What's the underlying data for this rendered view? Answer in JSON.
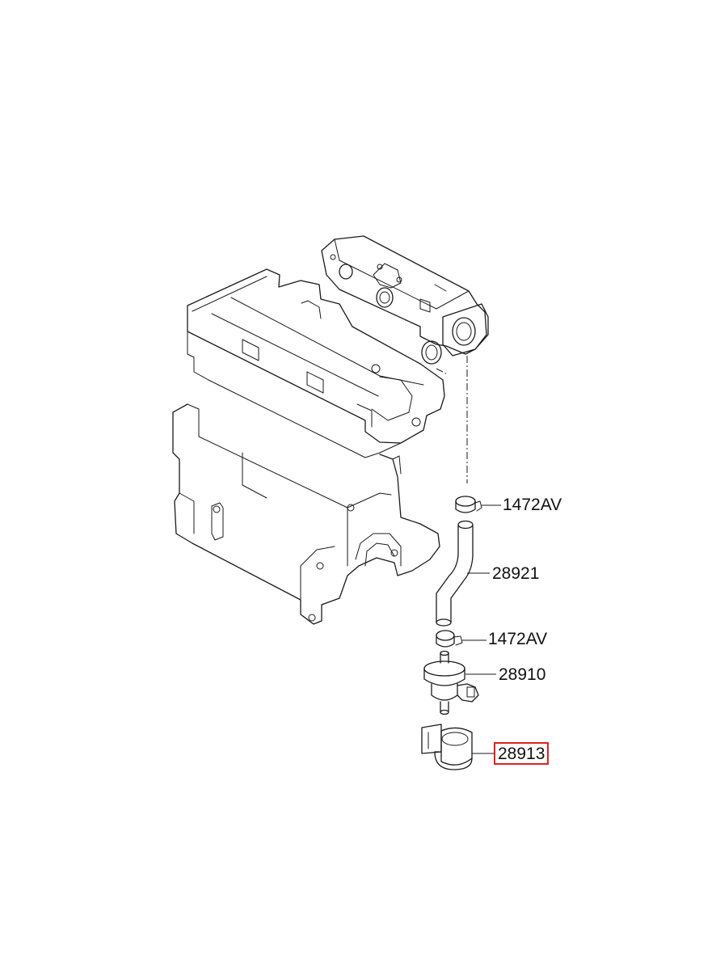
{
  "labels": [
    {
      "id": "clamp-upper",
      "text": "1472AV"
    },
    {
      "id": "hose",
      "text": "28921"
    },
    {
      "id": "clamp-lower",
      "text": "1472AV"
    },
    {
      "id": "valve",
      "text": "28910"
    },
    {
      "id": "bracket",
      "text": "28913",
      "highlighted": true
    }
  ],
  "colors": {
    "line": "#1a1a1a",
    "highlight": "#e02020"
  }
}
